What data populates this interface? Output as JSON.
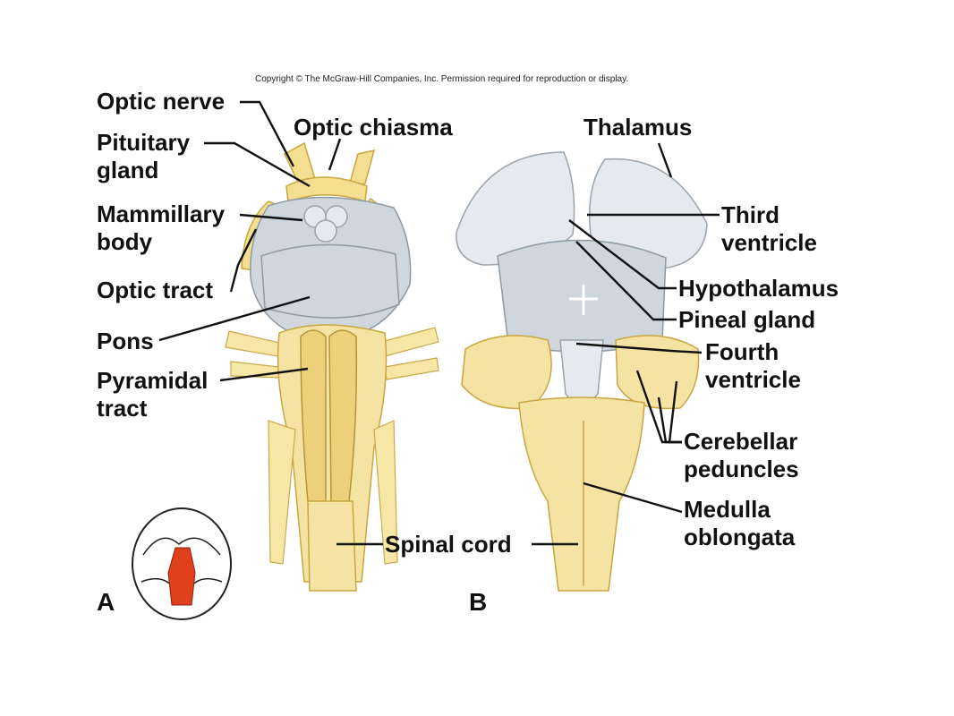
{
  "copyright": "Copyright © The McGraw-Hill Companies, Inc. Permission required for reproduction or display.",
  "panels": {
    "a": "A",
    "b": "B"
  },
  "labels_a": {
    "optic_nerve": "Optic nerve",
    "optic_chiasma": "Optic chiasma",
    "pituitary_1": "Pituitary",
    "pituitary_2": "gland",
    "mammillary_1": "Mammillary",
    "mammillary_2": "body",
    "optic_tract": "Optic tract",
    "pons": "Pons",
    "pyramidal_1": "Pyramidal",
    "pyramidal_2": "tract",
    "spinal_cord": "Spinal cord"
  },
  "labels_b": {
    "thalamus": "Thalamus",
    "third_1": "Third",
    "third_2": "ventricle",
    "hypothalamus": "Hypothalamus",
    "pineal": "Pineal gland",
    "fourth_1": "Fourth",
    "fourth_2": "ventricle",
    "cerebellar_1": "Cerebellar",
    "cerebellar_2": "peduncles",
    "medulla_1": "Medulla",
    "medulla_2": "oblongata"
  },
  "colors": {
    "nerve_yellow": "#f3df8f",
    "brain_grey": "#cfd6dc",
    "highlight_red": "#e0401c"
  }
}
